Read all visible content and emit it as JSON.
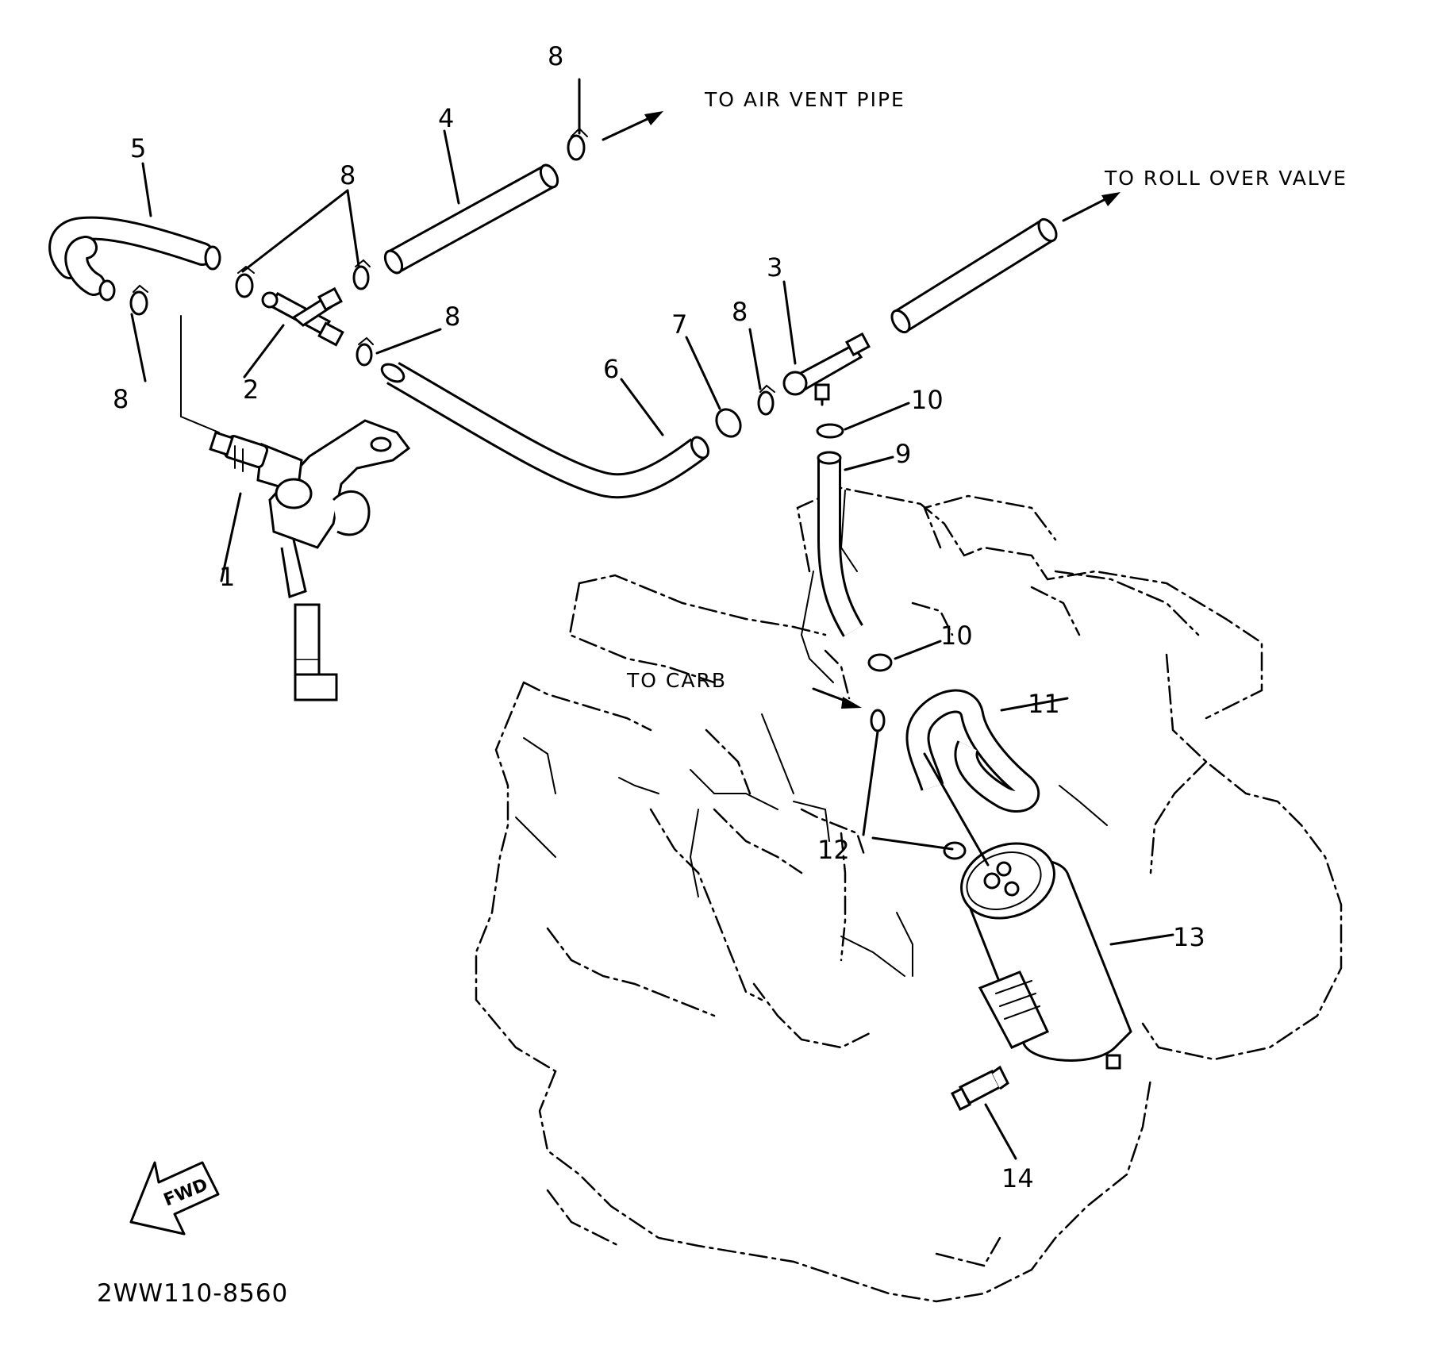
{
  "callouts": {
    "c1": "1",
    "c2": "2",
    "c3": "3",
    "c4": "4",
    "c5": "5",
    "c6": "6",
    "c7": "7",
    "c8a": "8",
    "c8b": "8",
    "c8c": "8",
    "c8d": "8",
    "c8e": "8",
    "c9": "9",
    "c10a": "10",
    "c10b": "10",
    "c11": "11",
    "c12": "12",
    "c13": "13",
    "c14": "14"
  },
  "notes": {
    "air_vent": "TO AIR VENT PIPE",
    "roll_over": "TO ROLL OVER VALVE",
    "carb": "TO CARB"
  },
  "fwd_label": "FWD",
  "diagram_code": "2WW110-8560"
}
